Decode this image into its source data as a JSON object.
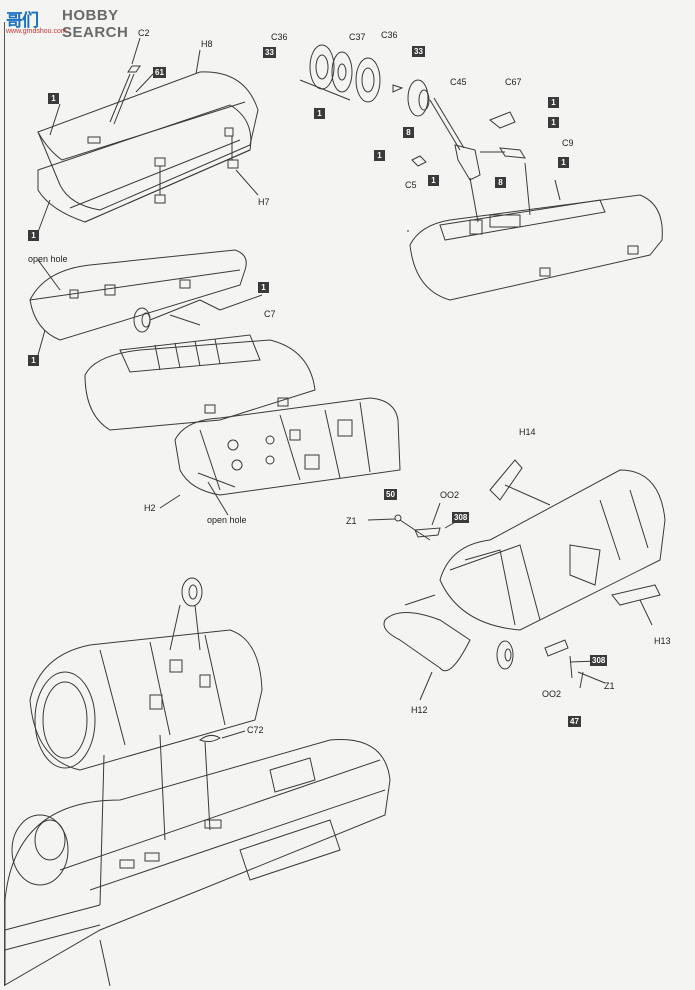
{
  "header": {
    "logo_mark": "哥们",
    "logo_word": "HOBBY SEARCH",
    "logo_url": "www.gmdshou.com"
  },
  "labels": {
    "c2": "C2",
    "h8": "H8",
    "h7": "H7",
    "c36a": "C36",
    "c37": "C37",
    "c36b": "C36",
    "c45": "C45",
    "c67": "C67",
    "c9": "C9",
    "c5": "C5",
    "open_hole_top": "open hole",
    "c7": "C7",
    "h2": "H2",
    "open_hole_mid": "open hole",
    "h14": "H14",
    "oo2a": "OO2",
    "z1a": "Z1",
    "h13": "H13",
    "h12": "H12",
    "oo2b": "OO2",
    "z1b": "Z1",
    "c72": "C72"
  },
  "part_numbers": {
    "n61": "61",
    "n1_a": "1",
    "n1_b": "1",
    "n33_a": "33",
    "n33_b": "33",
    "n1_c": "1",
    "n1_d": "1",
    "n1_e": "1",
    "n8_a": "8",
    "n1_f": "1",
    "n1_g": "1",
    "n8_b": "8",
    "n1_h": "1",
    "n1_i": "1",
    "n1_j": "1",
    "n50": "50",
    "n308_a": "308",
    "n308_b": "308",
    "n47": "47"
  },
  "colors": {
    "line": "#3a3a3a",
    "badge": "#3a3a3a",
    "logo_blue": "#1a6fbf",
    "logo_red": "#cc3333"
  }
}
